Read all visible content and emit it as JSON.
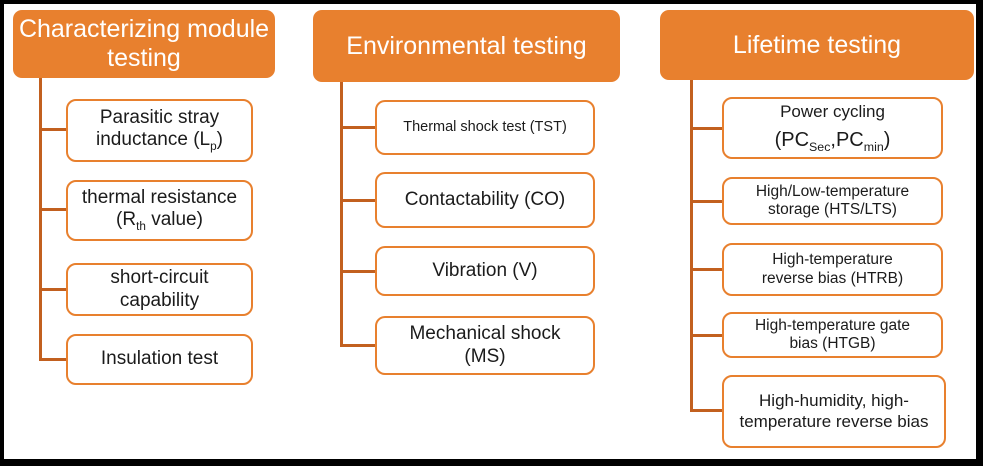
{
  "diagram": {
    "colors": {
      "accent": "#E8802E",
      "connector": "#C2601F",
      "frame": "#000000",
      "header_text": "#FFFFFF",
      "node_text": "#1B1B1B",
      "background": "#FFFFFF"
    },
    "columns": [
      {
        "header": "Characterizing module testing",
        "items": [
          {
            "line1": "Parasitic stray",
            "line2_pre": "inductance (L",
            "line2_sub": "p",
            "line2_post": ")"
          },
          {
            "line1": "thermal resistance",
            "line2_pre": "(R",
            "line2_sub": "th",
            "line2_post": " value)"
          },
          {
            "line1": "short-circuit",
            "line2": "capability"
          },
          {
            "line1": "Insulation test"
          }
        ]
      },
      {
        "header": "Environmental testing",
        "items": [
          {
            "line1": "Thermal shock test (TST)"
          },
          {
            "line1": "Contactability (CO)"
          },
          {
            "line1": "Vibration (V)"
          },
          {
            "line1": "Mechanical shock",
            "line2": "(MS)"
          }
        ]
      },
      {
        "header": "Lifetime testing",
        "items": [
          {
            "line1": "Power cycling",
            "line2_pre": "(PC",
            "line2_sub1": "Sec",
            "line2_mid": ",PC",
            "line2_sub2": "min",
            "line2_post": ")"
          },
          {
            "line1": "High/Low-temperature",
            "line2": "storage (HTS/LTS)"
          },
          {
            "line1": "High-temperature",
            "line2": "reverse bias (HTRB)"
          },
          {
            "line1": "High-temperature gate",
            "line2": "bias (HTGB)"
          },
          {
            "line1": "High-humidity, high-",
            "line2": "temperature reverse bias"
          }
        ]
      }
    ]
  }
}
